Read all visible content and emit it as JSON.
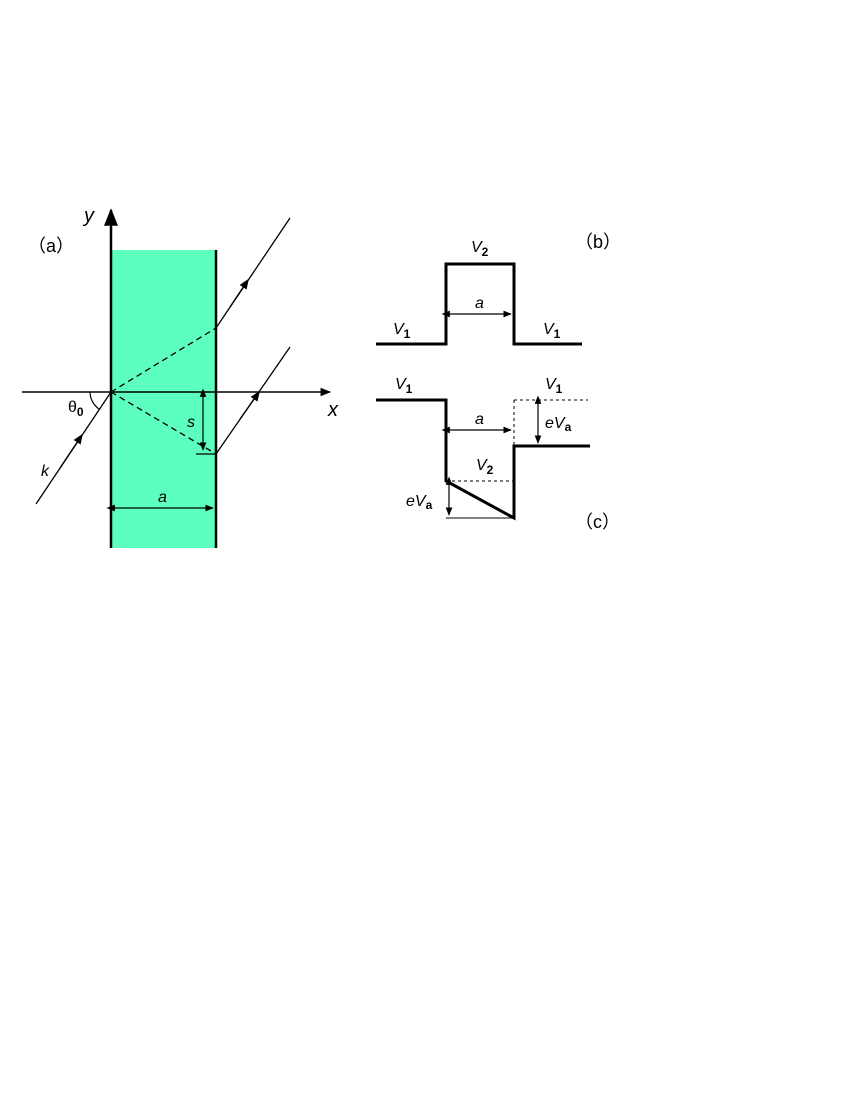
{
  "panels": {
    "a": {
      "tag": "（a）",
      "y_axis": "y",
      "x_axis": "x",
      "angle_symbol": "θ",
      "angle_sub": "0",
      "wave_vector": "k",
      "shift": "s",
      "width": "a"
    },
    "b": {
      "tag": "（b）",
      "V2": "V",
      "V2_sub": "2",
      "V1_left": "V",
      "V1_left_sub": "1",
      "V1_right": "V",
      "V1_right_sub": "1",
      "width": "a"
    },
    "c": {
      "tag": "（c）",
      "V1_left": "V",
      "V1_left_sub": "1",
      "V1_right": "V",
      "V1_right_sub": "1",
      "V2": "V",
      "V2_sub": "2",
      "width": "a",
      "bias_right": "eV",
      "bias_right_sub": "a",
      "bias_left": "eV",
      "bias_left_sub": "a"
    }
  },
  "colors": {
    "slab_fill": "#5cffbe",
    "line": "#000000"
  }
}
